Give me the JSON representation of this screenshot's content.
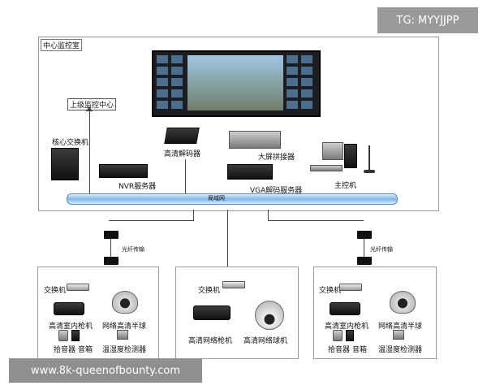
{
  "watermark_top": "TG: MYYJJPP",
  "watermark_bottom": "www.8k-queenofbounty.com",
  "control_room": {
    "title": "中心监控室",
    "upper_center": "上级监控中心",
    "core_switch": "核心交换机",
    "nvr": "NVR服务器",
    "hd_decoder": "高清解码器",
    "splicer": "大屏拼接器",
    "vga_server": "VGA解码服务器",
    "host": "主控机",
    "network": "局域网"
  },
  "fiber_label": "光纤传输",
  "sites": [
    {
      "switch": "交换机",
      "cam1": "高清室内枪机",
      "cam2": "网络高清半球",
      "pickup": "拾音器",
      "speaker": "音箱",
      "sensor": "温湿度检测器"
    },
    {
      "switch": "交换机",
      "cam1": "高清网络枪机",
      "cam2": "高清网络球机"
    },
    {
      "switch": "交换机",
      "cam1": "高清室内枪机",
      "cam2": "网络高清半球",
      "pickup": "拾音器",
      "speaker": "音箱",
      "sensor": "温湿度检测器"
    }
  ]
}
